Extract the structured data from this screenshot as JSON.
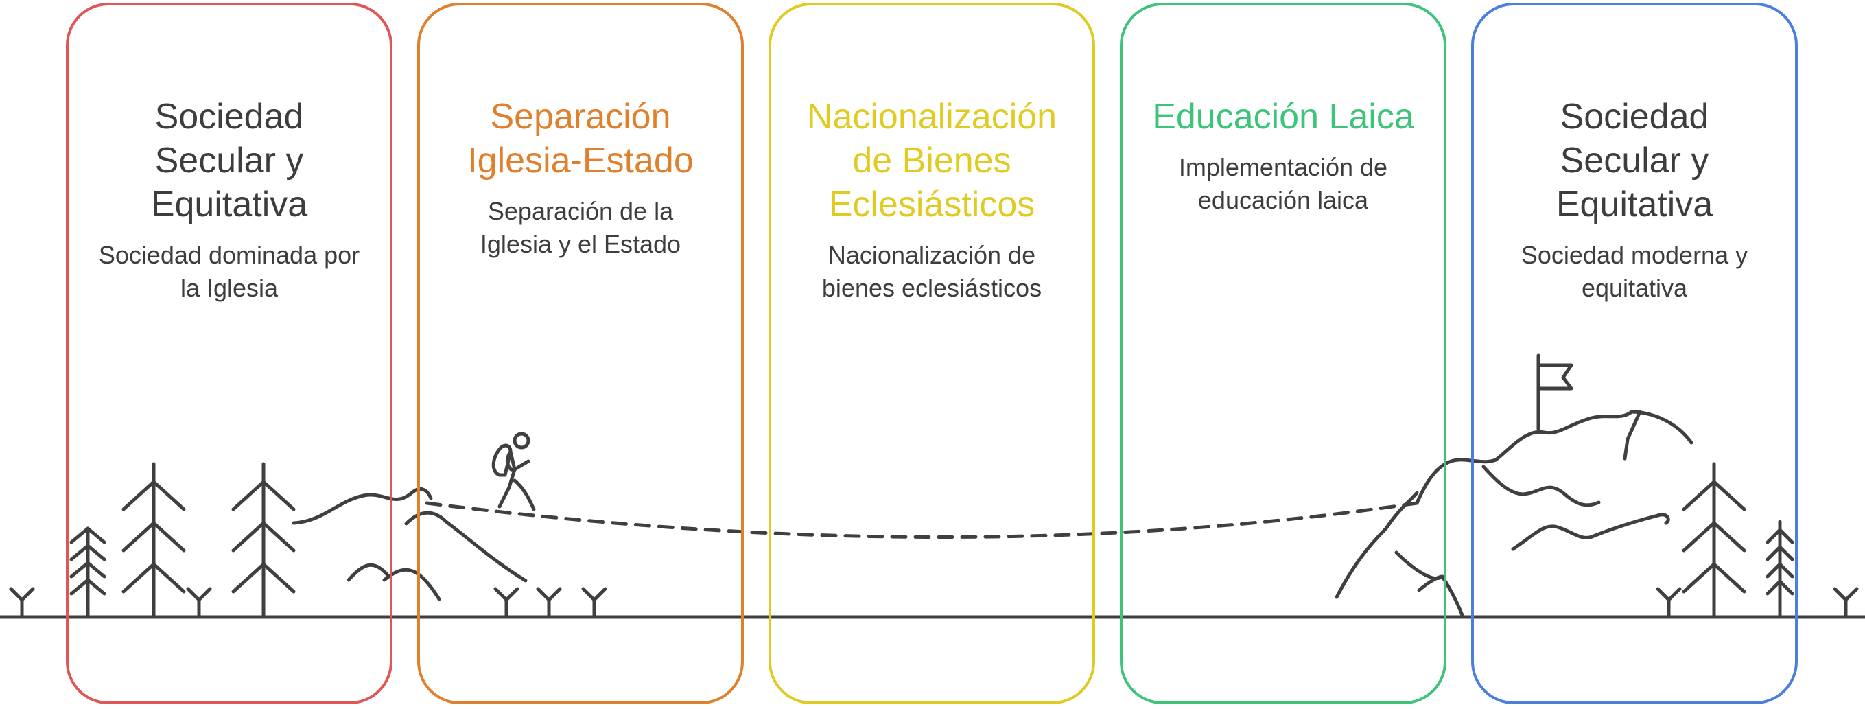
{
  "colors": {
    "stroke": "#3f3f3f",
    "title_dark": "#3d3d3d",
    "red": "#e05656",
    "orange": "#e07f2c",
    "yellow": "#dfcb22",
    "green": "#3cc47a",
    "blue": "#4a7fe0"
  },
  "panels": [
    {
      "title": "Sociedad Secular y Equitativa",
      "description": "Sociedad dominada por la Iglesia",
      "border": "#e05656",
      "title_color": "#3d3d3d"
    },
    {
      "title": "Separación Iglesia-Estado",
      "description": "Separación de la Iglesia y el Estado",
      "border": "#e07f2c",
      "title_color": "#e07f2c"
    },
    {
      "title": "Nacionalización de Bienes Eclesiásticos",
      "description": "Nacionalización de bienes eclesiásticos",
      "border": "#dfcb22",
      "title_color": "#dfcb22"
    },
    {
      "title": "Educación Laica",
      "description": "Implementación de educación laica",
      "border": "#3cc47a",
      "title_color": "#3cc47a"
    },
    {
      "title": "Sociedad Secular y Equitativa",
      "description": "Sociedad moderna y equitativa",
      "border": "#4a7fe0",
      "title_color": "#3d3d3d"
    }
  ],
  "icons": {
    "hiker": "hiker-icon",
    "flag": "flag-icon",
    "trees": "pine-tree-icon",
    "mountains": "mountain-icon"
  }
}
